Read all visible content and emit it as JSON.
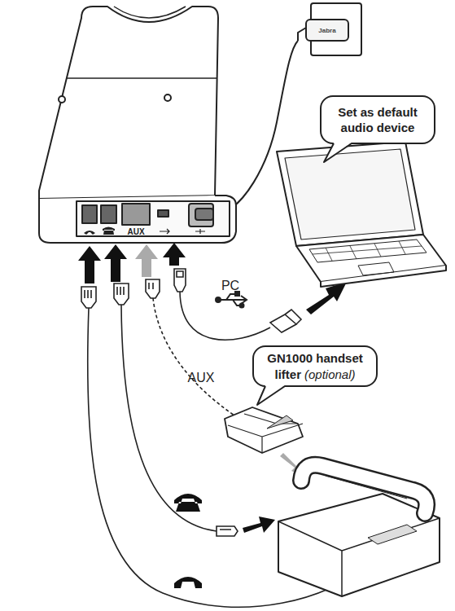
{
  "diagram": {
    "nodes": [
      {
        "text": [
          "Set as default audio device"
        ]
      },
      {
        "text": [
          "GN1000 handset lifter",
          "(optional)"
        ]
      }
    ],
    "labels": [
      "Jabra",
      "AUX",
      "PC",
      "AUX"
    ]
  }
}
